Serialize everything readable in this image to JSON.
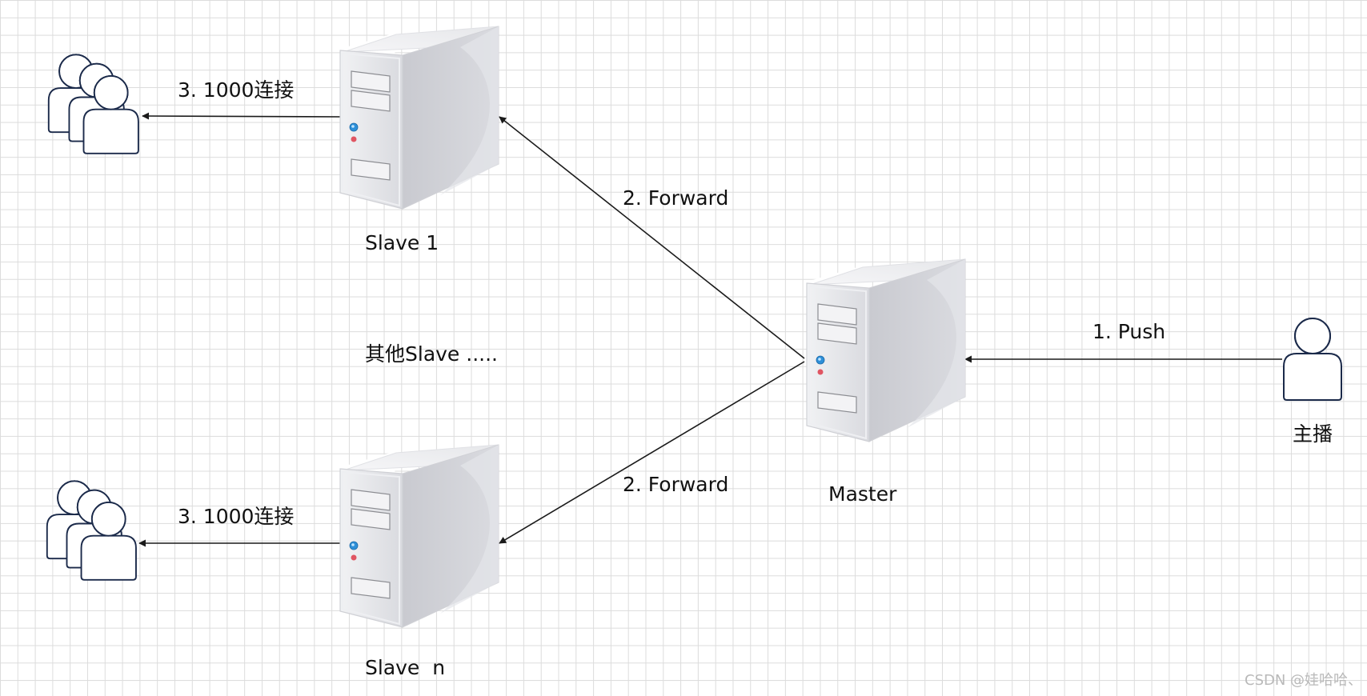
{
  "diagram": {
    "nodes": {
      "slave1": {
        "label": "Slave 1",
        "icon": "server-icon"
      },
      "slaven": {
        "label": "Slave  n",
        "icon": "server-icon"
      },
      "master": {
        "label": "Master",
        "icon": "server-icon"
      },
      "anchor": {
        "label": "主播",
        "icon": "user-icon"
      },
      "viewers_top": {
        "icon": "user-group-icon"
      },
      "viewers_bottom": {
        "icon": "user-group-icon"
      },
      "other_slaves": {
        "label": "其他Slave ....."
      }
    },
    "edges": {
      "push": {
        "label": "1. Push",
        "from": "主播",
        "to": "Master"
      },
      "forward_top": {
        "label": "2. Forward",
        "from": "Master",
        "to": "Slave 1"
      },
      "forward_bottom": {
        "label": "2. Forward",
        "from": "Master",
        "to": "Slave  n"
      },
      "conn_top": {
        "label": "3. 1000连接",
        "from": "Slave 1"
      },
      "conn_bottom": {
        "label": "3. 1000连接",
        "from": "Slave  n"
      }
    }
  },
  "watermark": "CSDN @娃哈哈、",
  "colors": {
    "grid": "#dcdcdc",
    "line": "#1a1a1a",
    "server_body": "#e3e4e8",
    "person_stroke": "#1b2a4a"
  }
}
